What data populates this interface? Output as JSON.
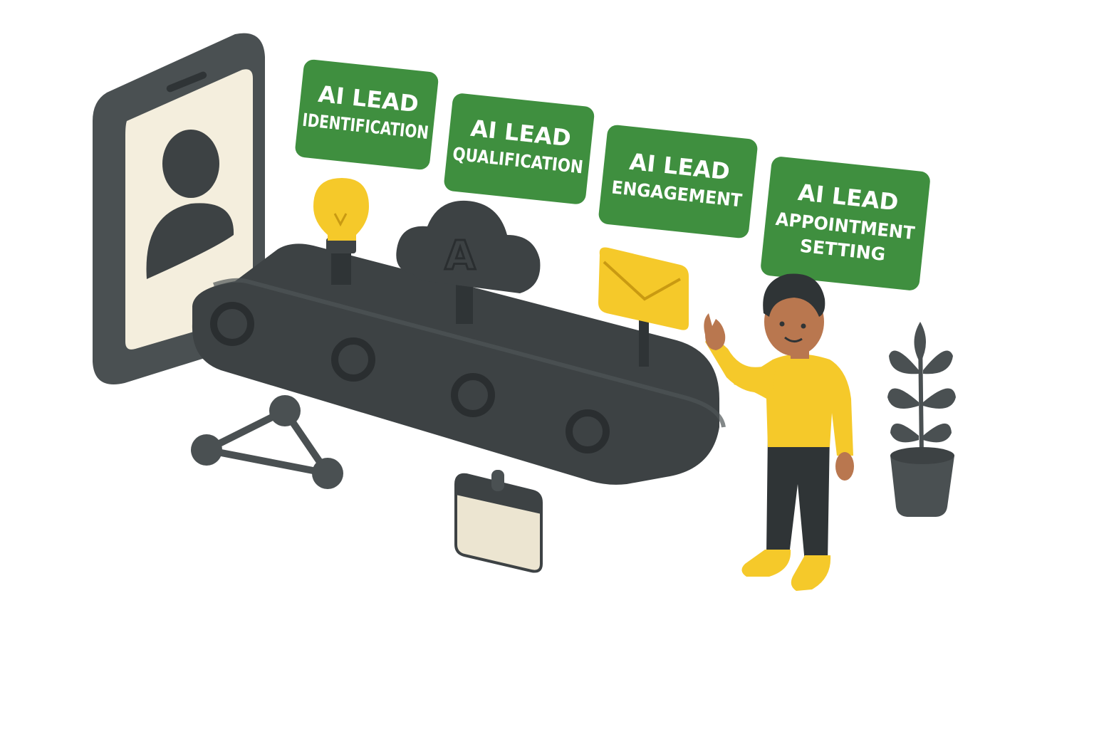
{
  "colors": {
    "dark": "#3d4244",
    "darker": "#2f3436",
    "green": "#3f8f3f",
    "yellow": "#f5c92a",
    "cream": "#f4eedd",
    "skin": "#b9774f"
  },
  "stages": [
    {
      "title": "AI LEAD",
      "line1": "IDENTIFICATION",
      "line2": ""
    },
    {
      "title": "AI LEAD",
      "line1": "QUALIFICATION",
      "line2": ""
    },
    {
      "title": "AI LEAD",
      "line1": "ENGAGEMENT",
      "line2": ""
    },
    {
      "title": "AI LEAD",
      "line1": "APPOINTMENT",
      "line2": "SETTING"
    }
  ],
  "cloud_glyph": "A",
  "icons": [
    "phone-icon",
    "user-avatar-icon",
    "lightbulb-icon",
    "cloud-ai-icon",
    "envelope-icon",
    "network-icon",
    "calendar-icon",
    "plant-icon",
    "person-illustration"
  ]
}
